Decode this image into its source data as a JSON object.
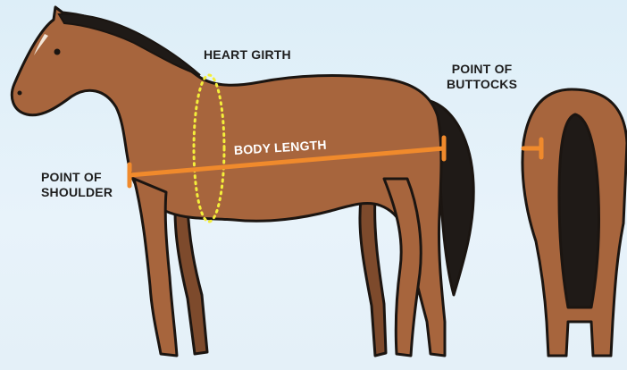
{
  "labels": {
    "heart_girth": "HEART GIRTH",
    "buttocks_line1": "POINT OF",
    "buttocks_line2": "BUTTOCKS",
    "shoulder_line1": "POINT OF",
    "shoulder_line2": "SHOULDER",
    "body_length": "BODY LENGTH"
  },
  "colors": {
    "background": "#ddeef8",
    "coat": "#a7653d",
    "coat_dark": "#7d4a2c",
    "mane_tail": "#1f1a17",
    "measure_line": "#f08a2c",
    "girth_dots": "#f4ef3a",
    "outline": "#1b1511"
  }
}
